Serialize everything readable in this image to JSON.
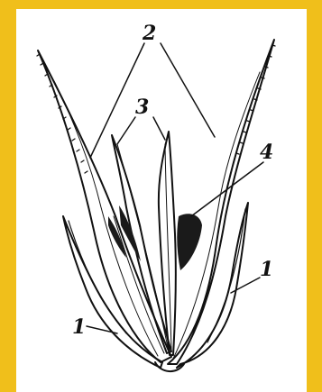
{
  "frame": {
    "border_color": "#f0bf1b",
    "panel_color": "#ffffff",
    "ink_color": "#111111"
  },
  "labels": {
    "l2": "2",
    "l3": "3",
    "l4": "4",
    "l1_right": "1",
    "l1_left": "1"
  }
}
